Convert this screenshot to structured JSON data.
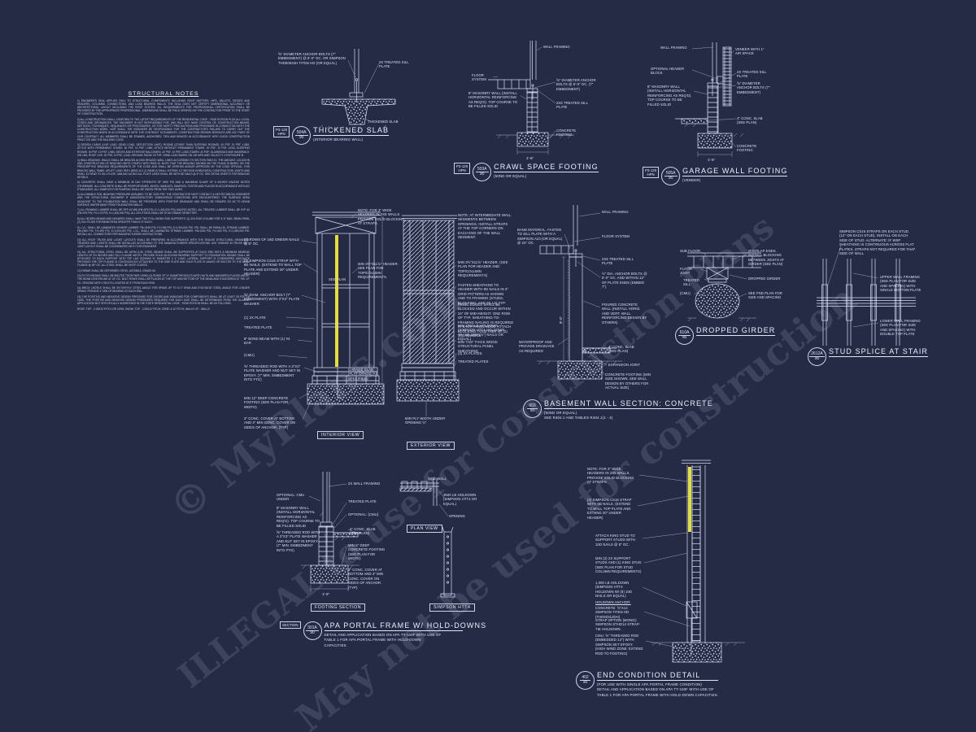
{
  "palette": {
    "background": "#262b45",
    "line": "#dfe6f5",
    "accent_yellow": "#e4dd3a"
  },
  "watermark": {
    "lines": [
      "© MyPlans.com",
      "ILLEGAL to use for Construction Plans",
      "May not be used for construction"
    ]
  },
  "notes": {
    "title": "STRUCTURAL NOTES",
    "paragraphs": [
      "1) ENGINEER'S SEAL APPLIES ONLY TO STRUCTURAL COMPONENTS INCLUDING ROOF RAFTERS, HIPS, VALLEYS, RIDGES AND HEADERS, COLUMNS, CONNECTIONS, AND LOAD BEARING WALLS. THE SEAL DOES NOT CERTIFY DIMENSIONAL ACCURACY OR ARCHITECTURAL LAYOUT INCLUDING THE ROOF SYSTEM. ALL REQUIREMENTS FOR PROFESSIONAL CERTIFICATION SHALL BE PROVIDED BY THE APPROPRIATE PROFESSIONAL. DIMENSIONS SHALL BE FIELD VERIFIED BY THE CONTRACTOR PRIOR TO THE START OF CONSTRUCTION.",
      "2) ALL CONSTRUCTION SHALL CONFORM TO THE LATEST REQUIREMENTS OF THE RESIDENTIAL CODE - YEAR EDITION PLUS ALL LOCAL CODES AND ORDINANCES. THE ENGINEER IS NOT RESPONSIBLE FOR, AND WILL NOT HAVE CONTROL OF, CONSTRUCTION MEANS, METHODS, TECHNIQUES, SEQUENCES OR PROCEDURES, OR FOR SAFETY PRECAUTIONS AND PROGRAMS IN CONNECTION WITH THE CONSTRUCTION WORK, NOR SHALL THE ENGINEER BE RESPONSIBLE FOR THE CONTRACTOR'S FAILURE TO CARRY OUT THE CONSTRUCTION WORK IN ACCORDANCE WITH THE CONTRACT DOCUMENTS. CONSTRUCTION REVIEW SERVICES ARE NOT PART OF OUR CONTRACT. ALL MEMBERS SHALL BE FRAMED, ANCHORED, TIED AND BRACED IN ACCORDANCE WITH GOOD CONSTRUCTION PRACTICE AND THE BUILDING CODE.",
      "3) DESIGN LOADS (LIVE LOAD, DEAD LOAD, DEFLECTION LIMIT): ROOMS (OTHER THAN SLEEPING ROOMS): 40 PSF, 10 PSF, L/360; ATTICS WITH PERMANENT STAIRS: 30 PSF, 10 PSF, L/360; ATTICS WITHOUT PERMANENT STAIRS: 20 PSF, 10 PSF, L/240; SLEEPING ROOMS: 30 PSF, 10 PSF, L/360; DECKS AND EXTERIOR BALCONIES: 40 PSF, 10 PSF, L/360; STAIRS: 40 PSF; GUARDRAILS AND HANDRAILS: 200 LBS; ROOF LIVE: 20 PSF, 10 PSF, L/240; GROUND SNOW: 20 PSF; WIND LOAD BASED ON 130 MPH AND VELOCITY V EXPOSURE B.",
      "4) WALL BRACING: WALLS SHALL BE BRACED ALONG BRACED WALL LINES ACCORDING TO SECTION R602.10. THE AMOUNT, LOCATION AND CONSTRUCTION OF BRACING UNITS COMPLY WITH R602.10. NOTE THAT THE BRACING SHOWN ON THE PLANS IS BASED ON THE PRESCRIPTIVE BRACING REQUIREMENTS OF THE CODE AND SHALL BE VERIFIED AND/OR APPROVED BY THE CODE OFFICIAL. FOR BRACED WALL PANEL UPLIFT LOAD PATH (R602.10.1.2) PANELS SHALL EXTEND 12″ BEYOND HORIZONTAL CONSTRUCTION JOINTS AND SHALL EXTEND TO SILL PLATE. NAILING ALONG ALL PLATE LINES SHALL BE WITH 8d NAILS @ 6″ OC. SEE DETAIL SHEETS FOR BRACING DETAILS.",
      "5) CONCRETE SHALL HAVE A MINIMUM 28 DAY STRENGTH OF 3000 PSI AND A MAXIMUM SLUMP OF 5 INCHES UNLESS NOTED OTHERWISE. ALL CONCRETE SHALL BE PROPORTIONED, MIXED, HANDLED, SAMPLED, TESTED AND PLACED IN ACCORDANCE WITH ACI STANDARDS. ALL SAMPLES FOR PUMPING SHALL BE TAKEN FROM THE TWO LINES.",
      "6) ALLOWABLE SOIL BEARING PRESSURE ASSUMED TO BE 2000 PSF. THE CONTRACTOR MUST CONTACT A GEOTECHNICAL ENGINEER AND THE STRUCTURAL ENGINEER IF UNSATISFACTORY SUBSURFACE CONDITIONS ARE ENCOUNTERED. THE SURFACE AREA ADJACENT TO THE FOUNDATION WALL SHALL BE PROVIDED WITH POSITIVE DRAINAGE AND SHALL BE GRADED SO AS TO DRAIN SURFACE WATER AWAY FROM FOUNDATION WALLS.",
      "7) ALL FRAMING LUMBER SHALL BE SPF #2 MIN (FB=875 PSI, E=1,400,000 PSI) UNLESS NOTED. ALL TREATED LUMBER SHALL BE SYP #2 (FB=975 PSI, FV=175 PSI, E=1,400,000 PSI). ALL 2x4 STUDS SHALL BE STUD GRADE OR BETTER.",
      "8) ALL HIDDEN BEAMS AND HEADERS SHALL HAVE THE FOLLOWING END SUPPORTS: (1) 2x4 END COLUMN FOR 4′-0″ MAX. BEAM SPAN, (2) 2x4 STUDS FOR BEAM SPAN GREATER THAN 6′-0″ EACH.",
      "9) L.V.L. SHALL BE LAMINATED VENEER LUMBER. FB=2600 PSI, FV=285 PSI, E=1,900,000 PSI. PSL SHALL BE PARALLEL STRAND LUMBER. FB=2900 PSI, FV=290 PSI, E=2,000,000 PSI. L.S.L. SHALL BE LAMINATED STRAND LUMBER. FB=2250 PSI, FV=400 PSI, E=1,550,000 PSI. INSTALL ALL CONNECTORS PER MANUFACTURERS INSTRUCTIONS.",
      "10) ALL ROOF TRUSS AND I-JOIST LAYOUTS SHALL BE PREPARED IN ACCORDANCE WITH THE SEALED STRUCTURAL DRAWINGS. TRUSSES AND I-JOISTS SHALL BE INSTALLED ACCORDING TO THE MANUFACTURERS SPECIFICATIONS. ANY CHANGE IN TRUSS OR I-JOIST LAYOUT SHALL BE COORDINATED WITH THIS ENGINEER.",
      "11) ALL STRUCTURAL STEEL SHALL BE ASTM A-36. STEEL BEAMS SHALL BE SUPPORTED AT EACH END WITH A MINIMUM BEARING LENGTH OF 3½ INCHES AND FULL FLANGE WIDTH. PROVIDE SOLID BLOCKING BEARING SUPPORT TO FOUNDATION. BEAMS SHALL BE ATTACHED TO EACH SUPPORT WITH TOP LAG SCREWS ½″ DIAMETER x 4″ LONG. LATERAL SUPPORT IS CONSIDERED ADEQUATE PROVIDED THE TOP FLANGE IS CONTINUOUSLY ATTACHED TO THE SIDE PLATE AND SOLE PLATE IS NAILED OR BOLTED TO THE BEAM FLANGE @ 48″ OC. ALL STEEL SHALL BE SHOP COATED.",
      "12) REBAR SHALL BE DEFORMED STEEL, ASTM615, GRADE 60.",
      "13) FLITCH BEAMS SHALL BE BOLTED TOGETHER USING (2) ROWS OF ½″ DIAMETER BOLTS (WITH NUTS AND WASHERS) PLACED ABOUT THE BEAM CENTERLINE AT 24″ OC. BOLT ROWS SHALL BE PLACED AT THE TOP AND BOTTOM OF THE BEAM AND STAGGERED AT THE 12″ OC. SPACING WITH 2 BOLTS LOCATED AT 6″ FROM EACH END.",
      "14) BRICK LINTELS SHALL BE 3½″x3½″x¼″ STEEL ANGLE FOR SPANS UP TO 6′-0″ SPAN AND 6″x4″x5/16″ STEEL ANGLE FOR LONGER SPANS. PROVIDE 4″ MIN OF BEARING AT EACH END.",
      "15) THE POSITIVE AND NEGATIVE DESIGN PRESSURE FOR DOORS AND WINDOWS FOR COMPONENTS SHALL BE AT LEAST 28 PSF OR LESS. THE POSITIVE AND NEGATIVE DESIGN PRESSURES REQUIRED FOR EACH UNIT SHALL BE DETERMINED FROM THE GLAZING APPLICATION NOT SPECIFICALLY ADDRESSED IN THE STATE RESIDENTIAL CODE - YEAR EDITION SHALL BE AS FOLLOWS:",
      "ROOF: TOP - 2.25x12 PITCH OR LESS; SNOW: TOP - 2.25x12 PITCH; ZONE: 4:12 PITCH; WALLS: 2P - WALLS"
    ]
  },
  "details": {
    "thickened_slab": {
      "tag_box1": "P3-120",
      "tag_box2": "HPN",
      "tag_top": "504A",
      "tag_bottom": "90",
      "title": "THICKENED SLAB",
      "sub": "(INTERIOR BEARING WALL)",
      "callouts": [
        "⅝″ DIAMETER ANCHOR BOLTS (7″ EMBEDMENT) @ 6′-0″ OC. OR SIMPSON THD50634H TITEN HD (OR EQUAL)",
        "2x TREATED SILL PLATE",
        "THICKENED SLAB"
      ]
    },
    "crawl_space": {
      "tag_box1": "P3-120",
      "tag_box2": "HPN",
      "tag_top": "503A",
      "tag_bottom": "90",
      "title": "CRAWL SPACE FOOTING",
      "sub": "(50ND OR EQUAL)",
      "callouts": [
        "WALL FRAMING",
        "FLOOR SYSTEM",
        "⅝″ DIAMETER ANCHOR BOLTS @ 6′-0″ OC. (7″ EMBEDMENT)",
        "8″ MASONRY WALL (INSTALL HORIZONTAL REINFORCING AS REQ'D). TOP COURSE TO BE FILLED SOLID",
        "2x6 TREATED SILL PLATE",
        "CONCRETE FOOTING",
        "1′-6″"
      ]
    },
    "garage_wall": {
      "tag_box1": "P3-120",
      "tag_box2": "HPN",
      "tag_top": "505A",
      "tag_bottom": "90",
      "title": "GARAGE WALL FOOTING",
      "sub": "(VENEER)",
      "callouts": [
        "VENEER WITH 1″ AIR SPACE",
        "WALL FRAMING",
        "OPTIONAL HEADER BLOCK",
        "2x TREATED SILL PLATE",
        "⅝″ DIAMETER ANCHOR BOLTS (7″ EMBEDMENT)",
        "8″ MASONRY WALL (INSTALL HORIZONTAL REINFORCING AS REQ'D). TOP COURSE TO BE FILLED SOLID",
        "4″ CONC. SLAB (SEE PLAN)",
        "CONCRETE FOOTING",
        "1′-6″"
      ]
    },
    "portal_views": {
      "view_labels": {
        "interior": "INTERIOR VIEW",
        "exterior": "EXTERIOR VIEW"
      },
      "callouts": [
        "(2) ROWS OF 16d SINKER NAILS @ 3″ OC.",
        "(2) SIMPSON CS16 STRAP WITH 8d NAILS. (EXTEND TO WALL TOP PLATE AND EXTEND 20″ UNDER HEADER)",
        "⅝″ DIAM. ANCHOR BOLT (7″ EMBEDMENT) WITH 3″x3″ PLATE WASHER",
        "(1) 2x PLATE",
        "TREATED PLATE",
        "8″ BOND BEAM WITH (1) #4 BAR",
        "(CMU)",
        "⅝″ THREADED ROD WITH A 3″x3″ PLATE WASHER AND NUT SET IN EPOXY. (7″ MIN. EMBEDMENT INTO FTG)",
        "MIN 12″ DEEP CONCRETE FOOTING (SEE PLAN FOR WIDTH)",
        "3″ CONC. COVER AT BOTTOM AND 4″ MIN CONC. COVER ON SIDES OF ANCHOR. (TYP)",
        "NOTE: FOR 3″ WIDE HEADERS IN 2x6 WALLS PROVIDE SOLID BLOCKING AT STRAPS.",
        "MIN 3½″x11⅞″ HEADER. SEE PLAN FOR TOP/COLUMN REQUIREMENTS.",
        "SEE PLAN",
        "GARAGE SLAB (FLAT GRADE, AS SPECIFIED)",
        "NOTE: AT INTERMEDIATE WALL SEGMENTS BETWEEN OPENINGS, INSTALL STRAPS AT THE TOP CORNERS ON EACH END OF THE WALL SEGMENT.",
        "MIN 3½″x11⅞″ HEADER. (SEE PLAN FOR HEADER AND TOP/COLUMN REQUIREMENTS)",
        "FASTEN SHEATHING TO HEADER WITH 8d NAILS IN 3″ GRID PATTERN AS SHOWN AND TO FRAMING (STUDS, BLOCKING, AND SILLS) TYP.",
        "PANEL EDGES SHALL BE BLOCKED AND OCCUR WITHIN 24″ OF MID-HEIGHT. ONE ROW OF TYP. SHEATHING-TO-FRAMING NAILING IS REQUIRED IN EACH PANEL EDGE. ATTACH BLOCKING TOGETHER W/ (2) 16d SINKERS.",
        "MIN 7/16″ THICK WOOD STRUCTURAL PANEL SHEATHING",
        "(2) 2x PLATES",
        "TREATED PLATES",
        "MIN 1000 LB HOLDOWN (SIMPSON HTT4 HOLDOWN W/ (18) 10d(1½″) NAILS OR EQUAL)",
        "MIN PLY WIDTH UNDER OPENING ½″"
      ]
    },
    "basement_wall": {
      "tag_top": "603",
      "tag_bottom": "90",
      "title": "BASEMENT WALL SECTION: CONCRETE",
      "sub": "(50ND OR EQUAL)",
      "sub2": "SEE R404.1 AND TABLES R404.1(1 - 4)",
      "callouts": [
        "WALL FRAMING",
        "FLOOR SYSTEM",
        "BAND MATERIAL. FASTEN TO SILL PLATE WITH A SIMPSON A23 (OR EQUAL) @ 24″ OC.",
        "2x6 TREATED SILL PLATE",
        "½″ DIA. ANCHOR BOLTS @ 6′-0″ OC. AND WITHIN 12″ OF PLATE ENDS (EMBED 7″)",
        "POURED CONCRETE WALL (INSTALL HORIZ. AND VERT. WALL REINFORCING DESIGN BY OTHERS)",
        "WATERPROOF AND PROVIDE DRAINAGE AS REQUIRED",
        "4″ CONC. SLAB (SEE PLAN)",
        "EXPANSION JOINT",
        "CONCRETE FOOTING (MIN SIZE SHOWN. SEE WALL DESIGN BY OTHERS FOR ACTUAL SIZE)",
        "8′-0″"
      ]
    },
    "dropped_girder": {
      "tag_top": "610A",
      "tag_bottom": "90",
      "title": "DROPPED GIRDER",
      "callouts": [
        "SUB FLOOR",
        "FLOOR JOIST",
        "TREATED SILL",
        "(CMU)",
        "OVERLAP ENDS. INSTALL BLOCKING BETWEEN JOISTS AT GIRDER (SEE PLAN)",
        "DROPPED GIRDER",
        "SEE FND PLAN FOR SIZE AND SPACING"
      ]
    },
    "stud_splice": {
      "tag_top": "2612A",
      "tag_bottom": "90",
      "title": "STUD SPLICE AT STAIR",
      "callouts": [
        "SIMPSON CS16 STRAPS ON EACH STUD (12″ ON EACH STUD). INSTALL ON EACH SIDE OF STUD. ALTERNATE: IF WSP SHEATHING IS CONTINUOUS ACROSS FLAT PLATES, STRAPS NOT REQUIRED FOR THAT SIDE OF WALL",
        "UPPER WALL FRAMING (SEE PLAN FOR SIZE AND SPACING) WITH SINGLE BOTTOM PLATE",
        "LOWER WALL FRAMING (SEE PLAN FOR SIZE AND SPACING) WITH DOUBLE TOP PLATE"
      ]
    },
    "apa_portal": {
      "tag_box1": "SECTION",
      "tag_top": "301A",
      "tag_bottom": "90",
      "title": "APA PORTAL FRAME W/ HOLD-DOWNS",
      "sub": "DETAIL AND APPLICATION BASED ON APA TT-100F WITH USE OF",
      "sub2": "TABLE 1 FOR APA PORTAL FRAME WITH HOLD-DOWN",
      "sub3": "CAPACITIES.",
      "labels": {
        "footing": "FOOTING SECTION",
        "plan": "PLAN VIEW",
        "strap": "SIMPSON HTT4"
      },
      "callouts": [
        "2x WALL FRAMING",
        "TREATED PLATE",
        "OPTIONAL: CMU UNDER",
        "8″ MASONRY WALL (INSTALL HORIZONTAL REINFORCING AS REQ'D). TOP COURSE TO BE FILLED SOLID",
        "⅝″ THREADED ROD WITH A 3″x3″ PLATE WASHER AND NUT SET IN EPOXY. (7″ MIN. EMBEDMENT INTO FTG)",
        "OPTIONAL: (CMU)",
        "4″ CONC. SLAB (SEE PLAN)",
        "MIN 6″ DEEP CONCRETE FOOTING (SEE PLAN FOR WIDTH)",
        "3″ CONC. COVER AT BOTTOM AND 4″ MIN CONC. COVER ON SIDES OF ANCHOR. (TYP)",
        "1′-6″",
        "SIDE WALL",
        "3500 LB HOLDOWN (SIMPSON HTT4 OR EQUAL)",
        "OPENING"
      ]
    },
    "end_condition": {
      "tag_top": "402",
      "tag_bottom": "90",
      "title": "END CONDITION DETAIL",
      "sub": "(FOR USE WITH SINGLE APA PORTAL FRAME CONDITION)",
      "sub2": "DETAIL AND APPLICATION BASED ON APA TT-100F WITH USE OF",
      "sub3": "TABLE 1 FOR APA PORTAL FRAME WITH HOLD-DOWN CAPACITIES.",
      "callouts": [
        "NOTE: FOR 3″ WIDE HEADERS IN 2x6 WALLS, PROVIDE SOLID BLOCKING AT STRAPS.",
        "(2) SIMPSON CS16 STRAP WITH 8d NAILS. (EXTEND TO WALL TOP PLATE AND EXTEND 20″ UNDER HEADER)",
        "ATTACH KING STUD TO SUPPORT STUDS WITH 10d NAILS @ 8″ OC.",
        "MIN (2) 2X SUPPORT STUDS AND (1) KING STUD (SEE PLAN FOR STUD COLUMN REQUIREMENTS)",
        "1,000 LB HOLDOWN (SIMPSON HTT4 HOLDOWN W/ (8) 10d NAILS OR EQUAL)",
        "HOLDOWN ANCHOR:",
        "CONCRETE: ⅝″x12 SIMPSON TITEN HD (THD50312DH)",
        "STRAP OPTION (MONO): SIMPSON STHD14 STRAP-TIE HOLDOWN.",
        "CMU: ⅝″ THREADED ROD (EMBEDDED 12″) WITH SIMPSON SET EPOXY. (HIGH WIND ZONE: EXTEND ROD TO FOOTING)"
      ]
    }
  }
}
